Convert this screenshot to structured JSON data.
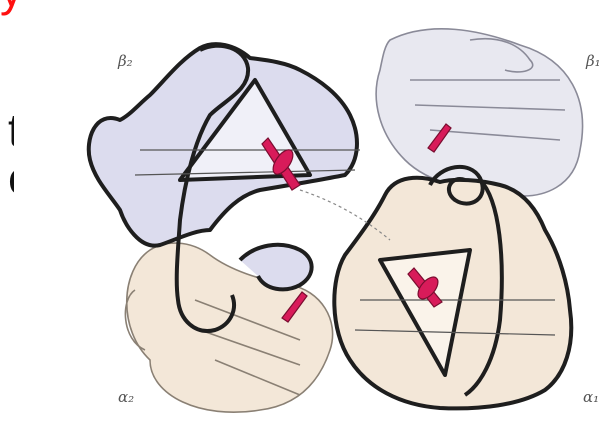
{
  "slide": {
    "fragment_top": "y",
    "fragment_line1": "t",
    "fragment_line2": "e"
  },
  "subunits": {
    "beta2": "β₂",
    "beta1": "β₁",
    "alpha2": "α₂",
    "alpha1": "α₁"
  },
  "colors": {
    "beta_fill": "#dcdcee",
    "alpha_fill": "#f3e7d8",
    "outline": "#1e1e1e",
    "heme": "#d81b5a",
    "fragment_red": "#ff1010"
  },
  "icons": {
    "heme_groups": "heme-icon"
  }
}
